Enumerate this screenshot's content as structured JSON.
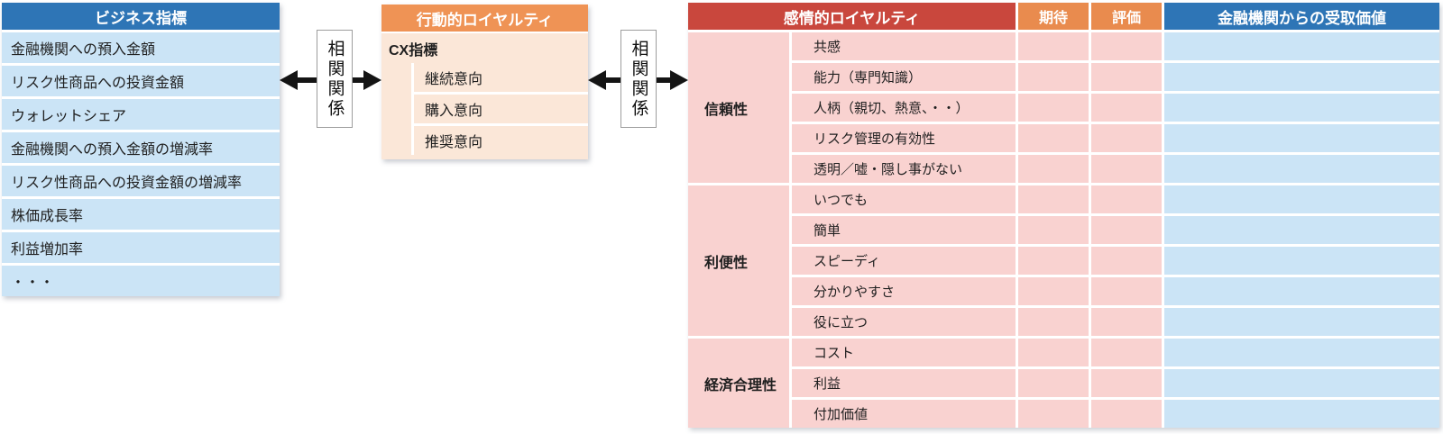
{
  "business": {
    "title": "ビジネス指標",
    "items": [
      "金融機関への預入金額",
      "リスク性商品への投資金額",
      "ウォレットシェア",
      "金融機関への預入金額の増減率",
      "リスク性商品への投資金額の増減率",
      "株価成長率",
      "利益増加率",
      "・・・"
    ]
  },
  "correlation": {
    "left_label": "相関関係",
    "right_label": "相関関係"
  },
  "behavioral": {
    "title": "行動的ロイヤルティ",
    "subtitle": "CX指標",
    "items": [
      "継続意向",
      "購入意向",
      "推奨意向"
    ]
  },
  "emotional": {
    "title": "感情的ロイヤルティ",
    "col_expectation": "期待",
    "col_evaluation": "評価",
    "col_value": "金融機関からの受取価値",
    "groups": [
      {
        "category": "信頼性",
        "items": [
          "共感",
          "能力（専門知識）",
          "人柄（親切、熱意、・・）",
          "リスク管理の有効性",
          "透明／嘘・隠し事がない"
        ]
      },
      {
        "category": "利便性",
        "items": [
          "いつでも",
          "簡単",
          "スピーディ",
          "分かりやすさ",
          "役に立つ"
        ]
      },
      {
        "category": "経済合理性",
        "items": [
          "コスト",
          "利益",
          "付加価値"
        ]
      }
    ]
  },
  "colors": {
    "blue_header": "#2E75B6",
    "blue_row": "#CBE4F6",
    "orange_header": "#EF9355",
    "orange_small_header": "#E98B4E",
    "peach_body": "#FBE7D8",
    "red_header": "#C9473D",
    "pink_row": "#F9D2D0",
    "arrow": "#141414"
  }
}
